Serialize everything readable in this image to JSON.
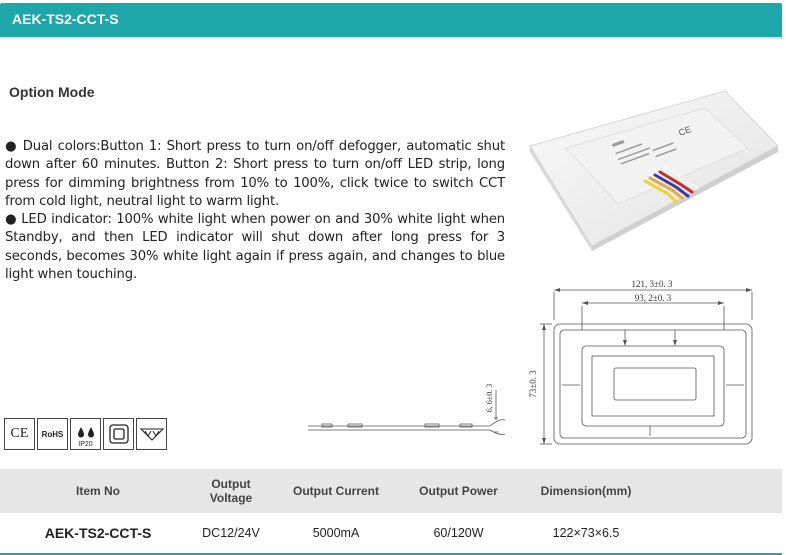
{
  "header": {
    "title": "AEK-TS2-CCT-S"
  },
  "section": {
    "title": "Option Mode"
  },
  "description": {
    "p1": "● Dual colors:Button 1: Short press to turn on/off defogger, automatic shut down after 60 minutes. Button 2: Short press to turn on/off LED strip, long press for dimming brightness from 10% to 100%, click twice to switch CCT from cold light, neutral light to warm light.",
    "p2": "● LED indicator: 100% white light when power on and 30% white light when Standby, and then LED indicator will shut down after long press for 3 seconds, becomes 30% white light again if press again, and changes to blue light when touching."
  },
  "drawing": {
    "outer_width": "121, 3±0. 3",
    "inner_width": "93, 2±0. 3",
    "height": "73±0. 3",
    "thickness": "6, 6±0. 3"
  },
  "certifications": [
    {
      "icon": "ce-mark-icon",
      "label": "CE"
    },
    {
      "icon": "rohs-icon",
      "label": "RoHS"
    },
    {
      "icon": "ip20-icon",
      "label": "IP20"
    },
    {
      "icon": "class-ii-icon",
      "label": ""
    },
    {
      "icon": "flame-rating-icon",
      "label": ""
    }
  ],
  "table": {
    "headers": [
      "Item No",
      "Output Voltage",
      "Output Current",
      "Output Power",
      "Dimension(mm)"
    ],
    "row": [
      "AEK-TS2-CCT-S",
      "DC12/24V",
      "5000mA",
      "60/120W",
      "122×73×6.5"
    ]
  },
  "colors": {
    "accent": "#1ea7ab",
    "table_header_bg": "#e6e6e6"
  }
}
